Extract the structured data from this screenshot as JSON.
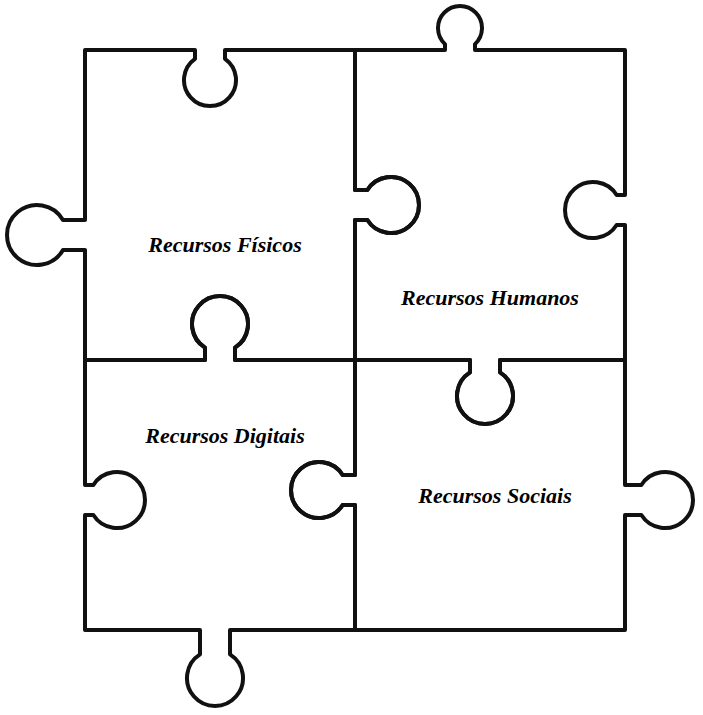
{
  "diagram": {
    "nodes": [
      {
        "text": [
          "Recursos Físicos"
        ]
      },
      {
        "text": [
          "Recursos Humanos"
        ]
      },
      {
        "text": [
          "Recursos Digitais"
        ]
      },
      {
        "text": [
          "Recursos Sociais"
        ]
      }
    ]
  }
}
